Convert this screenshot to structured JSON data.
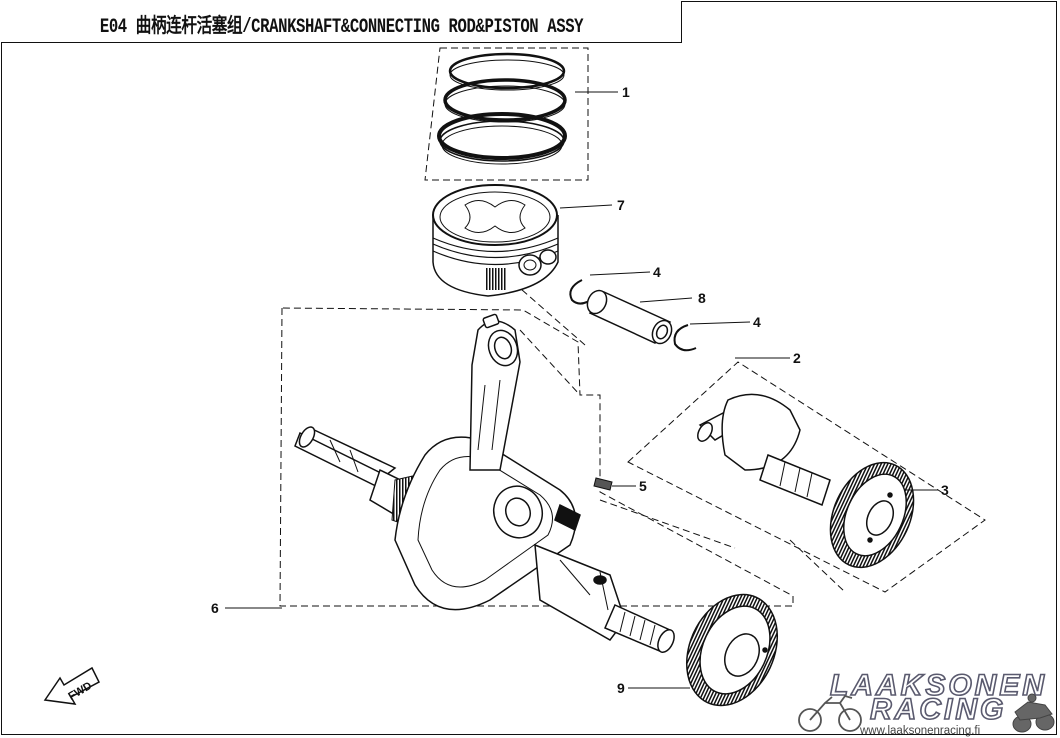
{
  "title": "E04 曲柄连杆活塞组/CRANKSHAFT&CONNECTING ROD&PISTON ASSY",
  "callouts": {
    "c1": "1",
    "c2": "2",
    "c3": "3",
    "c4a": "4",
    "c4b": "4",
    "c5": "5",
    "c6": "6",
    "c7": "7",
    "c8": "8",
    "c9": "9"
  },
  "direction_mark": "FWD",
  "logo": {
    "line1": "LAAKSONEN",
    "line2": "RACING",
    "url": "www.laaksonenracing.fi"
  },
  "icons": [
    "motocross-bike-icon",
    "atv-quad-icon"
  ],
  "colors": {
    "line": "#111111",
    "logo_outline": "#5a5a6e"
  }
}
